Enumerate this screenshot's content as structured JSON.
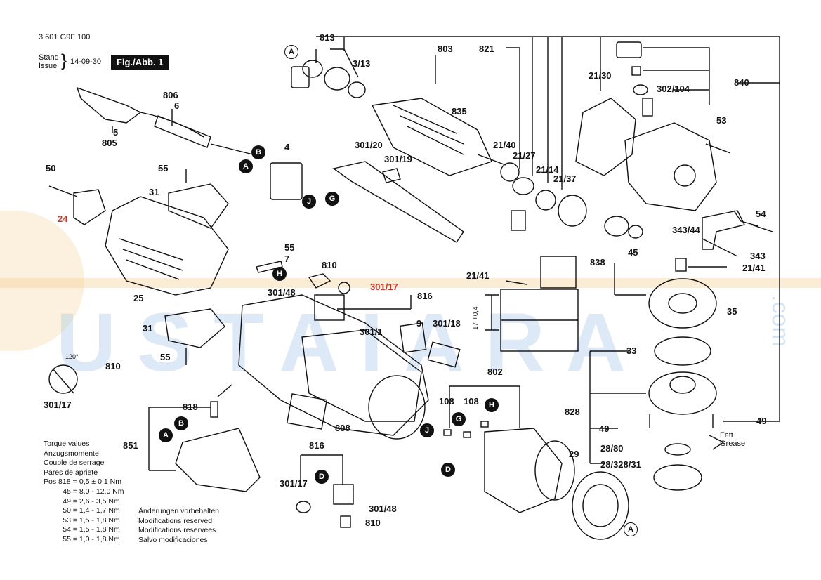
{
  "header": {
    "doc_number": "3 601 G9F 100",
    "stand_label": "Stand",
    "issue_label": "Issue",
    "date": "14-09-30",
    "figure": "Fig./Abb. 1"
  },
  "part_labels": {
    "p813": "813",
    "p3_13": "3/13",
    "p803": "803",
    "p835": "835",
    "p821": "821",
    "p21_30": "21/30",
    "p302_104": "302/104",
    "p840": "840",
    "p806": "806",
    "p6": "6",
    "p5": "5",
    "p805": "805",
    "p53": "53",
    "p4": "4",
    "p301_20": "301/20",
    "p301_19": "301/19",
    "p21_40": "21/40",
    "p21_27": "21/27",
    "p21_14": "21/14",
    "p21_37": "21/37",
    "p50": "50",
    "p55a": "55",
    "p31a": "31",
    "p24": "24",
    "p54": "54",
    "p343_44": "343/44",
    "p45": "45",
    "p343": "343",
    "p838": "838",
    "p21_41a": "21/41",
    "p55b": "55",
    "p7": "7",
    "p810a": "810",
    "p21_41b": "21/41",
    "p301_48a": "301/48",
    "p301_17a": "301/17",
    "p816a": "816",
    "p35": "35",
    "p25": "25",
    "p31b": "31",
    "p9": "9",
    "p301_18": "301/18",
    "p301_1": "301/1",
    "p17_04": "17 +0,4",
    "p33": "33",
    "p55c": "55",
    "p120": "120°",
    "p810b": "810",
    "p301_17b": "301/17",
    "p802": "802",
    "p108a": "108",
    "p108b": "108",
    "p828": "828",
    "p818": "818",
    "p808": "808",
    "p49a": "49",
    "p49b": "49",
    "p851": "851",
    "p28_80": "28/80",
    "p816b": "816",
    "p29": "29",
    "p28_328_31": "28/328/31",
    "p301_17c": "301/17",
    "p301_48b": "301/48",
    "p810c": "810"
  },
  "fett": "Fett",
  "grease": "Grease",
  "markers": {
    "A": "A",
    "B": "B",
    "G": "G",
    "J": "J",
    "H": "H",
    "D": "D"
  },
  "torque": {
    "title_lines": [
      "Torque values",
      "Anzugsmomente",
      "Couple de serrage",
      "Pares de apriete"
    ],
    "rows": [
      {
        "pos": "Pos 818 =",
        "value": "0,5 ± 0,1 Nm"
      },
      {
        "pos": "45 =",
        "value": "8,0 - 12,0 Nm"
      },
      {
        "pos": "49 =",
        "value": "2,6 - 3,5 Nm"
      },
      {
        "pos": "50 =",
        "value": "1,4 - 1,7 Nm"
      },
      {
        "pos": "53 =",
        "value": "1,5 - 1,8 Nm"
      },
      {
        "pos": "54 =",
        "value": "1,5 - 1,8 Nm"
      },
      {
        "pos": "55 =",
        "value": "1,0 - 1,8 Nm"
      }
    ]
  },
  "modifications": [
    "Änderungen vorbehalten",
    "Modifications reserved",
    "Modifications reservees",
    "Salvo modificaciones"
  ],
  "colors": {
    "ink": "#111111",
    "accent_label": "#c0392b",
    "watermark_blue": "#9fc3e6",
    "watermark_orange": "#f2c27a"
  }
}
